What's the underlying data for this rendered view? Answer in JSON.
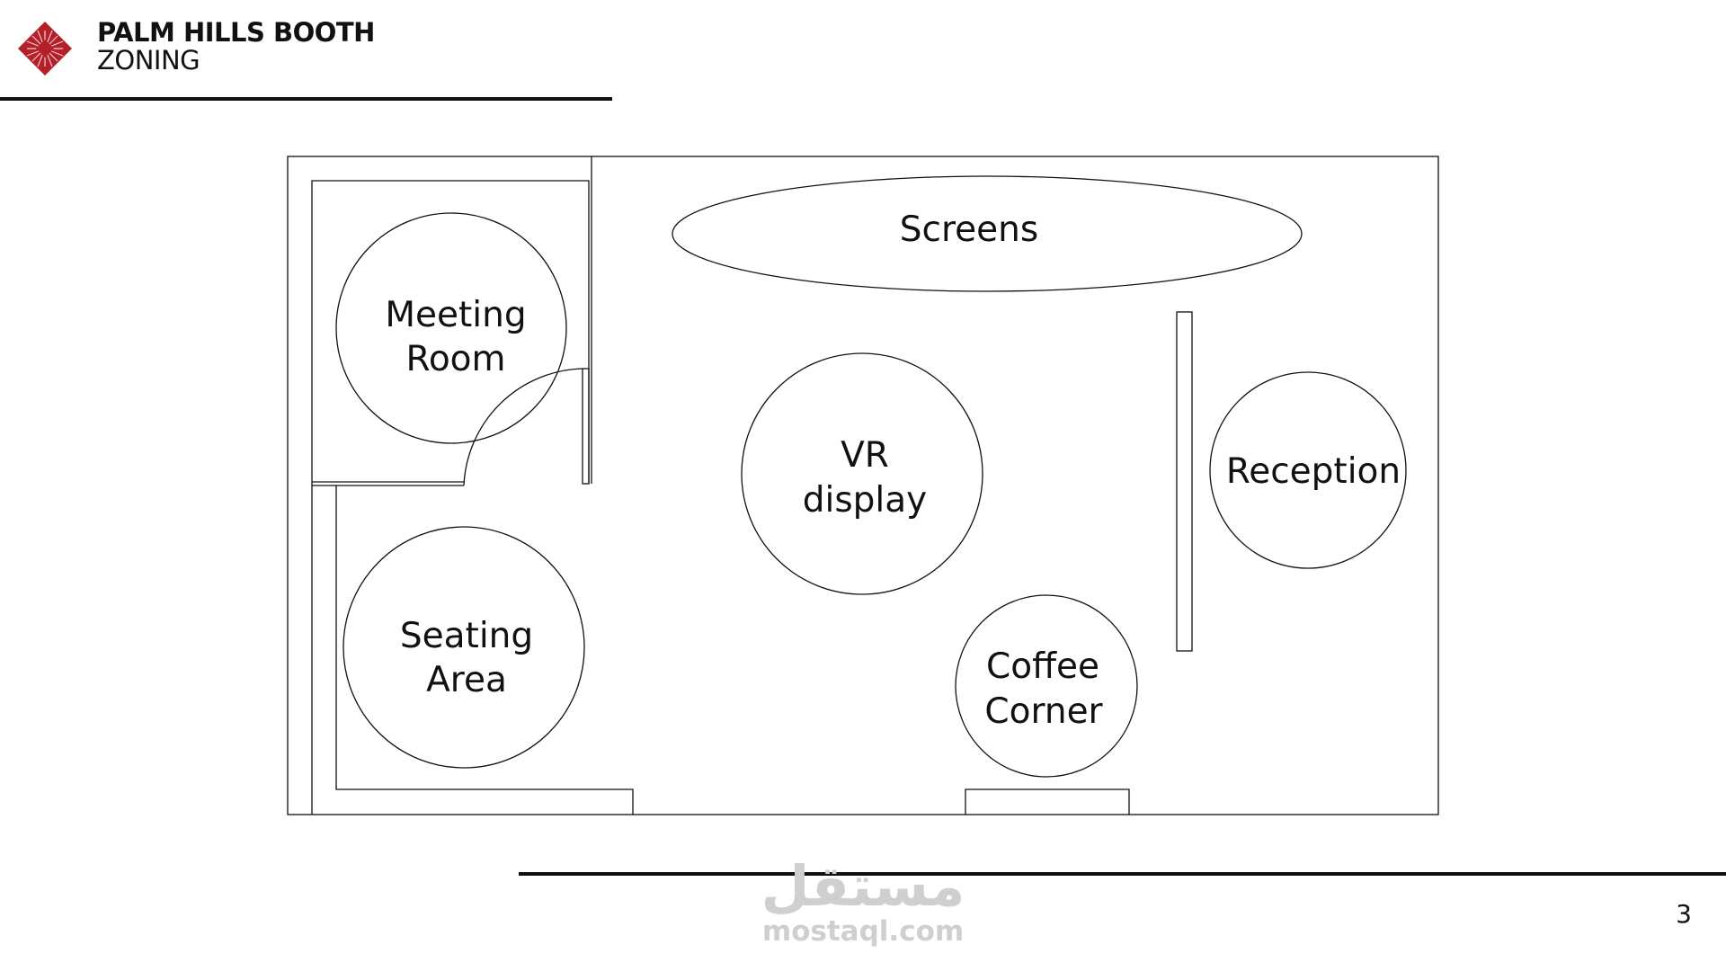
{
  "header": {
    "title_line1": "PALM HILLS BOOTH",
    "title_line2": "ZONING"
  },
  "zones": {
    "screens": "Screens",
    "meeting_room": [
      "Meeting",
      "Room"
    ],
    "vr_display": [
      "VR",
      "display"
    ],
    "reception": "Reception",
    "seating_area": [
      "Seating",
      "Area"
    ],
    "coffee_corner": [
      "Coffee",
      "Corner"
    ]
  },
  "footer": {
    "page_number": "3"
  },
  "watermark": {
    "arabic": "مستقل",
    "latin": "mostaql.com"
  },
  "colors": {
    "logo_red": "#b3202a",
    "line": "#111111",
    "watermark": "#cfcfcf"
  }
}
